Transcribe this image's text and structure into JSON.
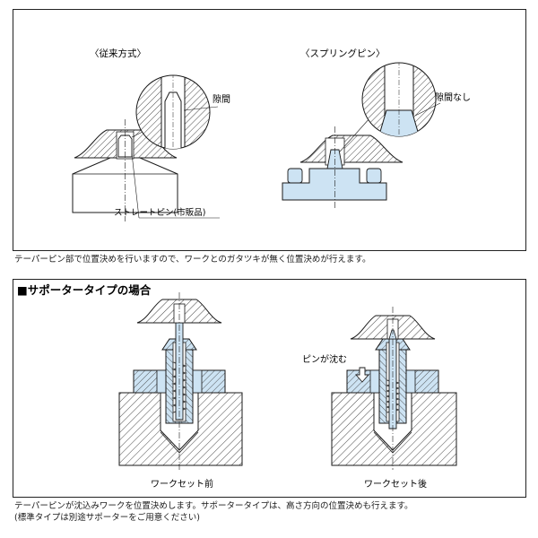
{
  "top_panel": {
    "conventional_label": "〈従来方式〉",
    "spring_pin_label": "〈スプリングピン〉",
    "gap_label": "隙間",
    "no_gap_label": "隙間なし",
    "straight_pin_label": "ストレートピン(市販品)"
  },
  "top_caption": "テーパーピン部で位置決めを行いますので、ワークとのガタツキが無く位置決めが行えます。",
  "bottom_panel": {
    "title": "■サポータータイプの場合",
    "pin_sinks_label": "ピンが沈む",
    "before_label": "ワークセット前",
    "after_label": "ワークセット後"
  },
  "bottom_caption_line1": "テーパーピンが沈込みワークを位置決めします。サポータータイプは、高さ方向の位置決めも行えます。",
  "bottom_caption_line2": "(標準タイプは別途サポーターをご用意ください)",
  "colors": {
    "accent_fill": "#cde3f3",
    "line": "#1a1a1a",
    "hatch": "#333333",
    "spring": "#5a5a5a"
  }
}
